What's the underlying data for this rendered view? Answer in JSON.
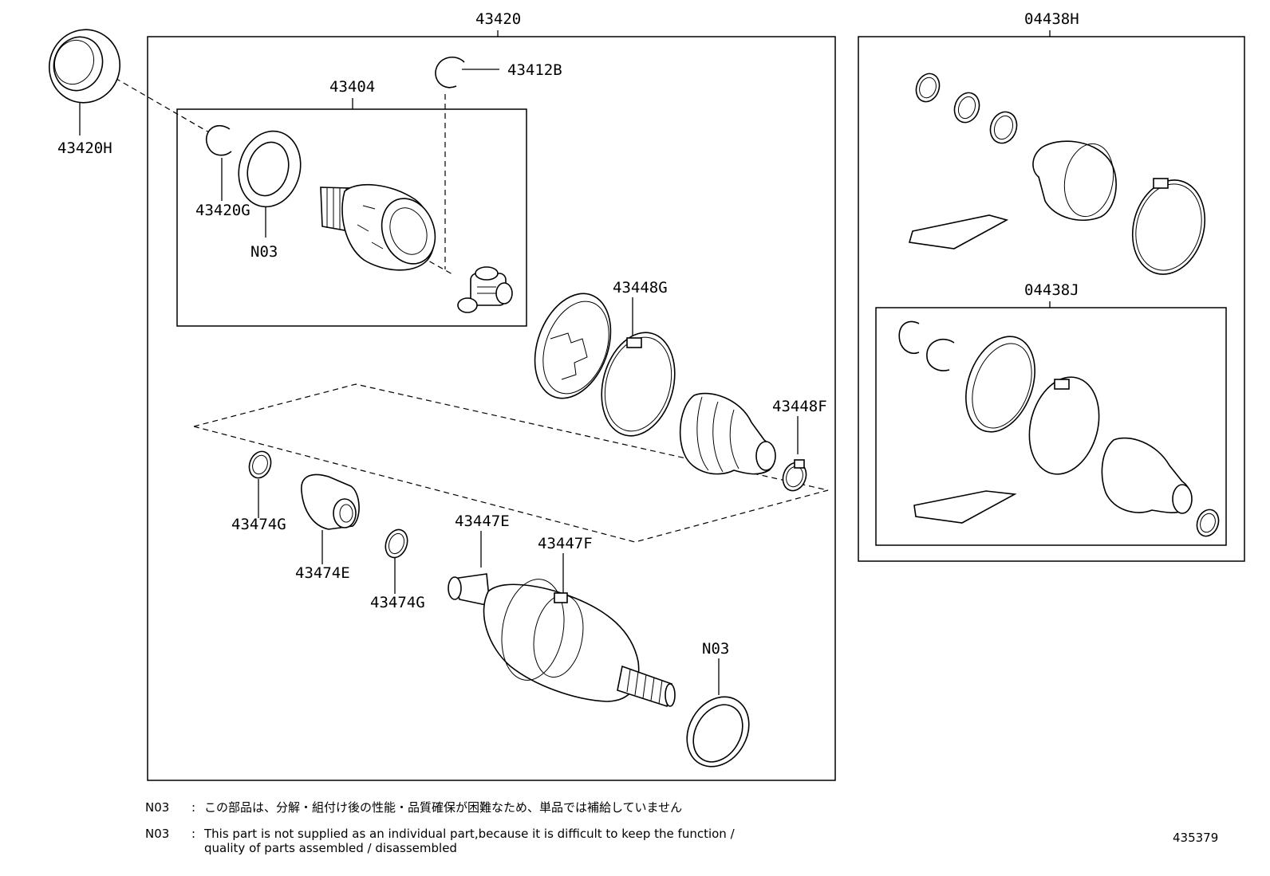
{
  "labels": {
    "assembly_main": "43420",
    "kit_upper": "04438H",
    "kit_lower": "04438J",
    "outer_ring": "43420H",
    "inner_joint": "43404",
    "snap_ring_top": "43412B",
    "snap_ring_small": "43420G",
    "seal_ring": "N03",
    "boot_clamp_big": "43448G",
    "boot_clamp_small": "43448F",
    "damper_clamp_left": "43474G",
    "damper": "43474E",
    "damper_clamp_right": "43474G",
    "outer_clamp_small": "43447E",
    "outer_clamp_big": "43447F",
    "seal_ring_bottom": "N03"
  },
  "notes": [
    {
      "code": "N03",
      "colon": ":",
      "lines": [
        "この部品は、分解・組付け後の性能・品質確保が困難なため、単品では補給していません"
      ]
    },
    {
      "code": "N03",
      "colon": ":",
      "lines": [
        "This part is not supplied as an individual part,because it is difficult to keep the function /",
        "quality of parts assembled / disassembled"
      ]
    }
  ],
  "drawing_number": "435379"
}
